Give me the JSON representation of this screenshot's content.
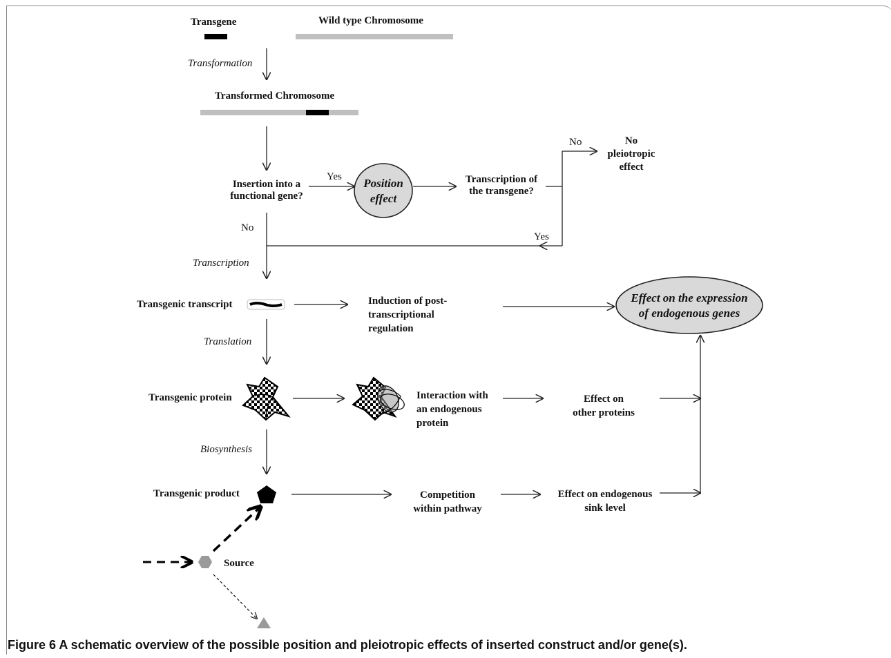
{
  "labels": {
    "transgene": "Transgene",
    "wild_type": "Wild type Chromosome",
    "transformation": "Transformation",
    "transformed": "Transformed Chromosome",
    "insertion_q1": "Insertion into a",
    "insertion_q2": "functional gene?",
    "yes1": "Yes",
    "position1": "Position",
    "position2": "effect",
    "transcription_q1": "Transcription of",
    "transcription_q2": "the transgene?",
    "no_top": "No",
    "no_pleio_1": "No",
    "no_pleio_2": "pleiotropic",
    "no_pleio_3": "effect",
    "no_left": "No",
    "yes2": "Yes",
    "transcription": "Transcription",
    "transcript": "Transgenic transcript",
    "induction_1": "Induction of post-",
    "induction_2": "transcriptional",
    "induction_3": "regulation",
    "effect_expr_1": "Effect on the expression",
    "effect_expr_2": "of endogenous genes",
    "translation": "Translation",
    "protein": "Transgenic protein",
    "interaction_1": "Interaction with",
    "interaction_2": "an endogenous",
    "interaction_3": "protein",
    "effect_other_1": "Effect on",
    "effect_other_2": "other proteins",
    "biosynthesis": "Biosynthesis",
    "product": "Transgenic product",
    "competition_1": "Competition",
    "competition_2": "within pathway",
    "sink_1": "Effect on endogenous",
    "sink_2": "sink level",
    "source": "Source"
  },
  "caption": {
    "label": "Figure 6",
    "text": " A schematic overview of the possible position and pleiotropic effects of inserted construct and/or gene(s)."
  },
  "colors": {
    "line": "#222222",
    "chromosome_gray": "#bfbfbf",
    "transgene_black": "#000000",
    "ellipse_fill": "#d9d9d9",
    "source_gray": "#9a9a9a"
  }
}
